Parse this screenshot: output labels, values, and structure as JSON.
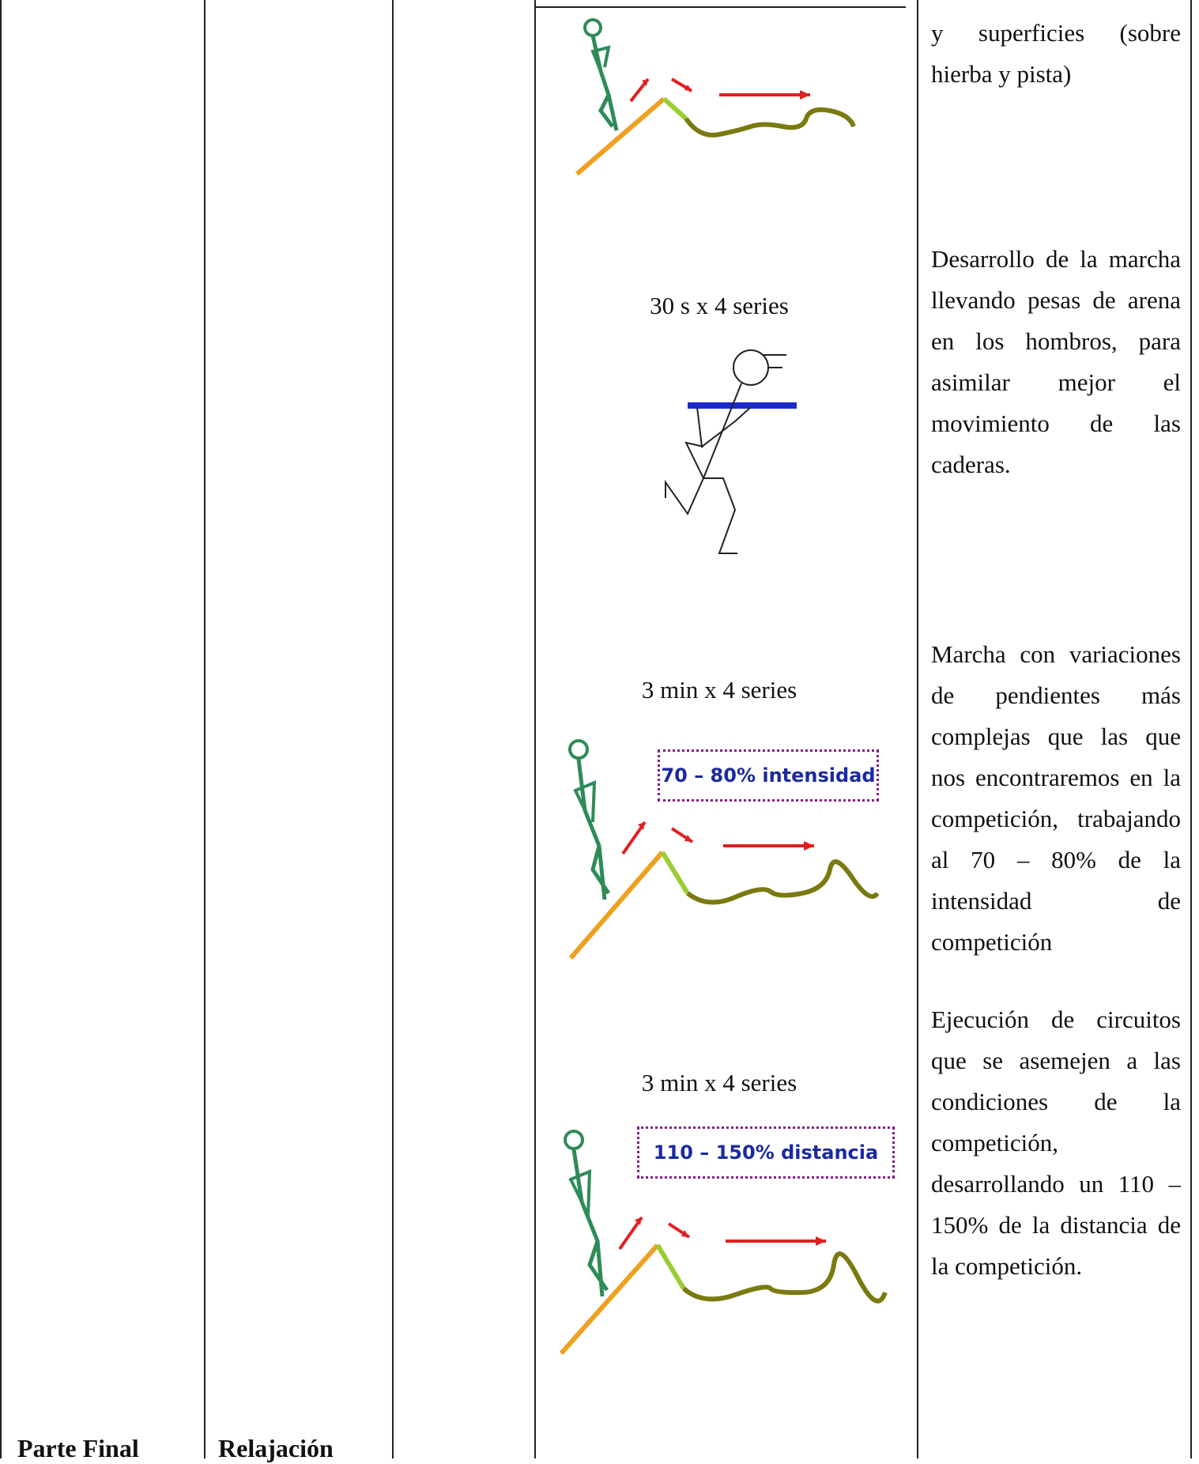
{
  "table": {
    "rows": [
      {
        "description": "y superficies (sobre hierba y pista)"
      },
      {
        "series": "30 s x 4 series",
        "description": "Desarrollo de la marcha llevando pesas de arena en los hombros, para asimilar mejor el movimiento de las caderas."
      },
      {
        "series": "3 min x 4 series",
        "badge": "70 – 80% intensidad",
        "description": "Marcha con variaciones de pendientes más complejas que las que nos encontraremos en la competición, trabajando al 70 – 80% de la intensidad de competición"
      },
      {
        "series": "3 min x 4 series",
        "badge": "110 – 150% distancia",
        "description": "Ejecución de circuitos que se asemejen a las condiciones de la competición, desarrollando un 110 – 150% de la distancia de la competición."
      }
    ],
    "footer": {
      "phase": "Parte Final",
      "content": "Relajación"
    }
  },
  "icons": [
    "walker-slope-icon",
    "weighted-runner-icon"
  ],
  "colors": {
    "slope": "#f0a020",
    "walker": "#2e8b57",
    "arrow": "#e02020",
    "ground": "#7a7a10",
    "bar": "#1a2acc",
    "badge_border": "#8a1a8a",
    "badge_text": "#1a2aa0"
  }
}
